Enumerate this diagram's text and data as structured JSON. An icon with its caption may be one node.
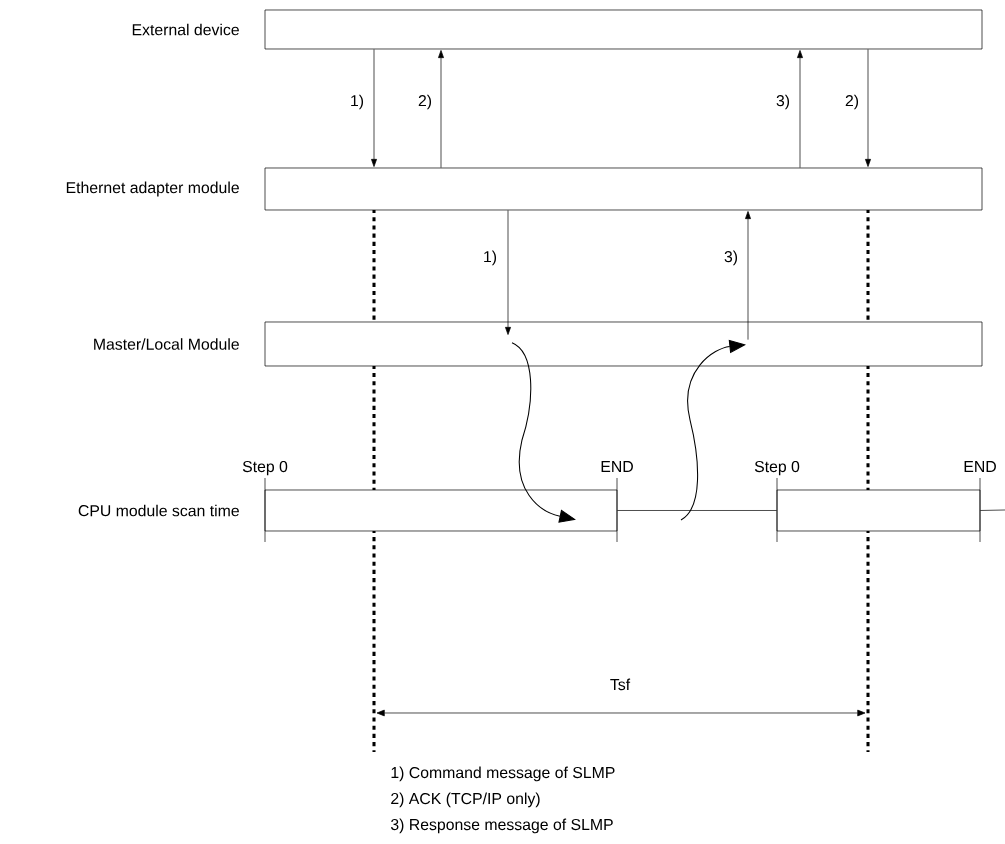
{
  "diagram": {
    "nodes": [
      {
        "text": [
          "External device"
        ]
      },
      {
        "text": [
          "Ethernet adapter module"
        ]
      },
      {
        "text": [
          "Master/Local Module"
        ]
      },
      {
        "text": [
          "CPU module scan time"
        ],
        "beside": [
          "Step 0",
          "END"
        ]
      },
      {
        "text": [],
        "shape": "box",
        "beside": [
          "Step 0",
          "END"
        ]
      }
    ],
    "edges": [
      {
        "from": 0,
        "to": 1,
        "arrow": "to",
        "label": "1)"
      },
      {
        "from": 1,
        "to": 0,
        "arrow": "to",
        "label": "2)"
      },
      {
        "from": 1,
        "to": 0,
        "arrow": "to",
        "label": "3)"
      },
      {
        "from": 0,
        "to": 1,
        "arrow": "to",
        "label": "2)"
      },
      {
        "from": 1,
        "to": 2,
        "arrow": "to",
        "label": "1)"
      },
      {
        "from": 2,
        "to": 1,
        "arrow": "to",
        "label": "3)"
      },
      {
        "from": 2,
        "to": 3,
        "arrow": "to"
      },
      {
        "from": null,
        "to": 2,
        "arrow": "to"
      },
      {
        "from": 3,
        "to": 4,
        "arrow": "none"
      },
      {
        "from": 4,
        "to": null,
        "arrow": "none"
      }
    ],
    "labels": [
      "Tsf",
      "1) Command message of SLMP",
      "2) ACK (TCP/IP only)",
      "3) Response message of SLMP"
    ]
  }
}
